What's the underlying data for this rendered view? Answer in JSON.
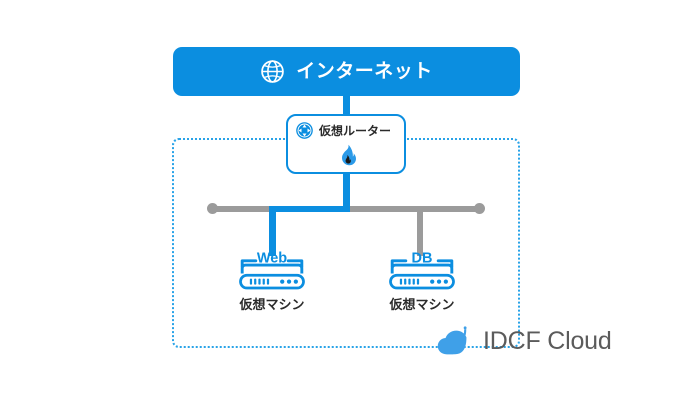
{
  "diagram": {
    "title": "IDCF Cloud virtual network diagram",
    "colors": {
      "primary_blue": "#0b8ee0",
      "zone_border_blue": "#29a3e8",
      "bus_gray": "#9b9b9b",
      "text_dark": "#2b2b2b",
      "logo_gray": "#5b5b5b"
    },
    "internet": {
      "label": "インターネット",
      "icon": "globe-icon"
    },
    "router": {
      "label": "仮想ルーター",
      "icon": "router-icon",
      "firewall_icon": "flame-icon"
    },
    "zone": {
      "border_style": "dotted"
    },
    "network_bus": {
      "left_cap": "●",
      "right_cap": "●"
    },
    "machines": [
      {
        "tag": "Web",
        "caption": "仮想マシン",
        "link_color": "#0b8ee0"
      },
      {
        "tag": "DB",
        "caption": "仮想マシン",
        "link_color": "#9b9b9b"
      }
    ],
    "brand": {
      "name": "IDCF Cloud",
      "mark": "cloud-icon"
    }
  }
}
